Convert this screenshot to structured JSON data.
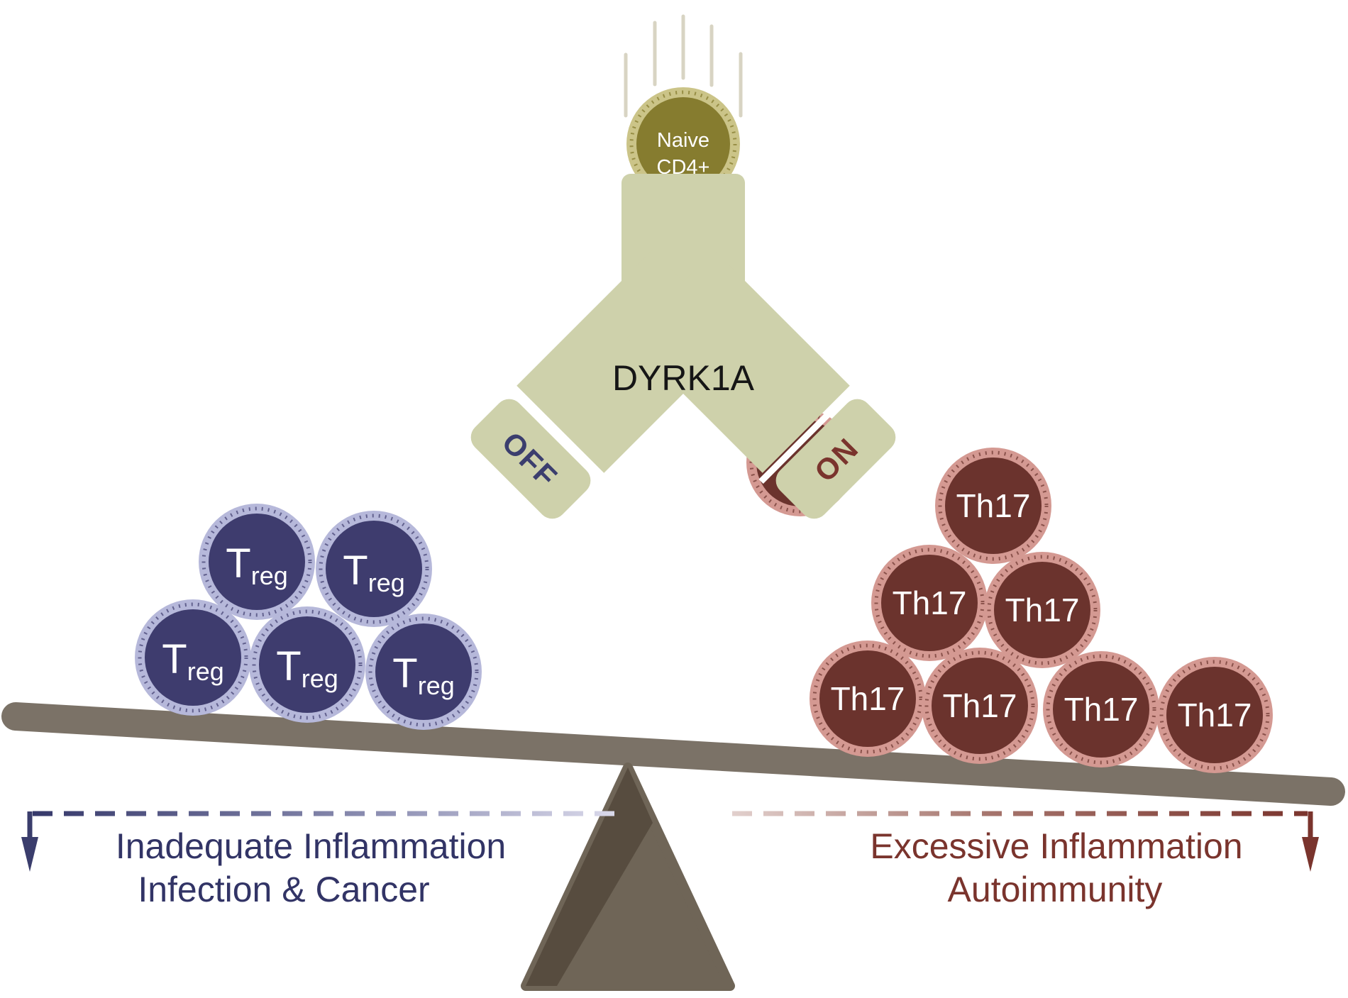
{
  "naive_cell": {
    "line1": "Naive",
    "line2": "CD4+"
  },
  "funnel": {
    "kinase": "DYRK1A",
    "off_label": "OFF",
    "on_label": "ON"
  },
  "treg": {
    "label_main": "T",
    "label_sub": "reg",
    "count": 5
  },
  "th17": {
    "label": "Th17",
    "count": 7
  },
  "outcomes": {
    "left": {
      "line1": "Inadequate Inflammation",
      "line2": "Infection & Cancer"
    },
    "right": {
      "line1": "Excessive Inflammation",
      "line2": "Autoimmunity"
    }
  },
  "colors": {
    "funnel": "#ced1ab",
    "naive_cell_body": "#867c2f",
    "naive_cell_rim": "#cbc488",
    "treg_body": "#3e3c6e",
    "treg_rim": "#b6b8da",
    "th17_body": "#6b332d",
    "th17_rim": "#d49992",
    "beam": "#7b7267",
    "fulcrum": "#6f6557",
    "fulcrum_shadow": "#574c3f",
    "navy_accent": "#323466",
    "maroon_accent": "#7a342d"
  }
}
